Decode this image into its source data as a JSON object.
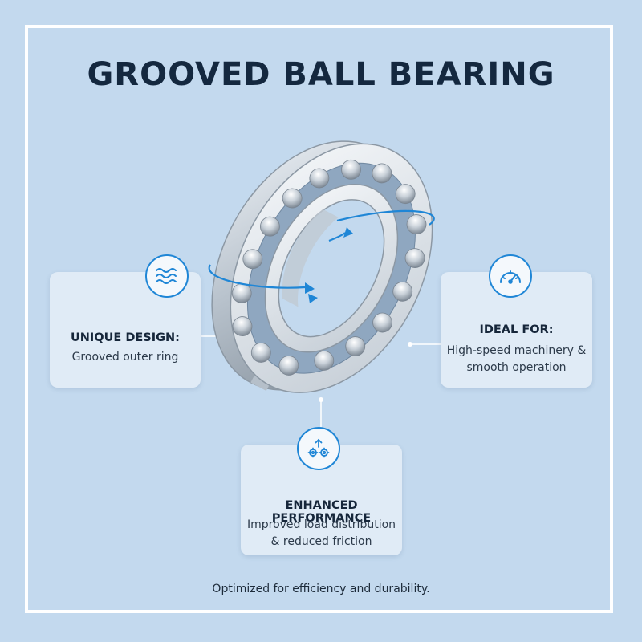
{
  "title": "GROOVED BALL BEARING",
  "cards": {
    "left": {
      "icon": "waves-icon",
      "heading": "UNIQUE DESIGN:",
      "lines": [
        "Grooved outer ring"
      ]
    },
    "right": {
      "icon": "speedometer-icon",
      "heading": "IDEAL FOR:",
      "lines": [
        "High-speed machinery &",
        "smooth operation"
      ]
    },
    "bottom": {
      "icon": "gears-arrow-icon",
      "heading": "ENHANCED PERFORMANCE",
      "lines": [
        "Improved load distribution",
        "& reduced friction"
      ]
    }
  },
  "footer": "Optimized for efficiency and durability.",
  "colors": {
    "background": "#c3d9ee",
    "accent": "#1f86d6",
    "title": "#14283f"
  }
}
